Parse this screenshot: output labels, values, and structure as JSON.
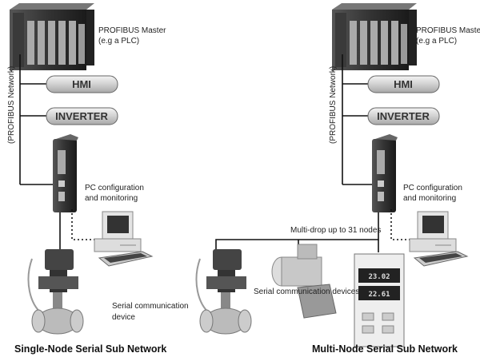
{
  "left": {
    "master_label_1": "PROFIBUS Master",
    "master_label_2": "(e.g a PLC)",
    "network_label": "(PROFIBUS Network)",
    "hmi": "HMI",
    "inverter": "INVERTER",
    "pc_label_1": "PC configuration",
    "pc_label_2": "and monitoring",
    "device_label_1": "Serial communication",
    "device_label_2": "device",
    "title": "Single-Node Serial Sub Network"
  },
  "right": {
    "master_label_1": "PROFIBUS Master",
    "master_label_2": "(e.g a PLC)",
    "network_label": "(PROFIBUS Network)",
    "hmi": "HMI",
    "inverter": "INVERTER",
    "pc_label_1": "PC configuration",
    "pc_label_2": "and monitoring",
    "multidrop_label": "Multi-drop up to 31 nodes",
    "devices_label": "Serial communication devices",
    "controller_display_1": "23.02",
    "controller_display_2": "22.61",
    "title": "Multi-Node Serial Sub Network"
  }
}
